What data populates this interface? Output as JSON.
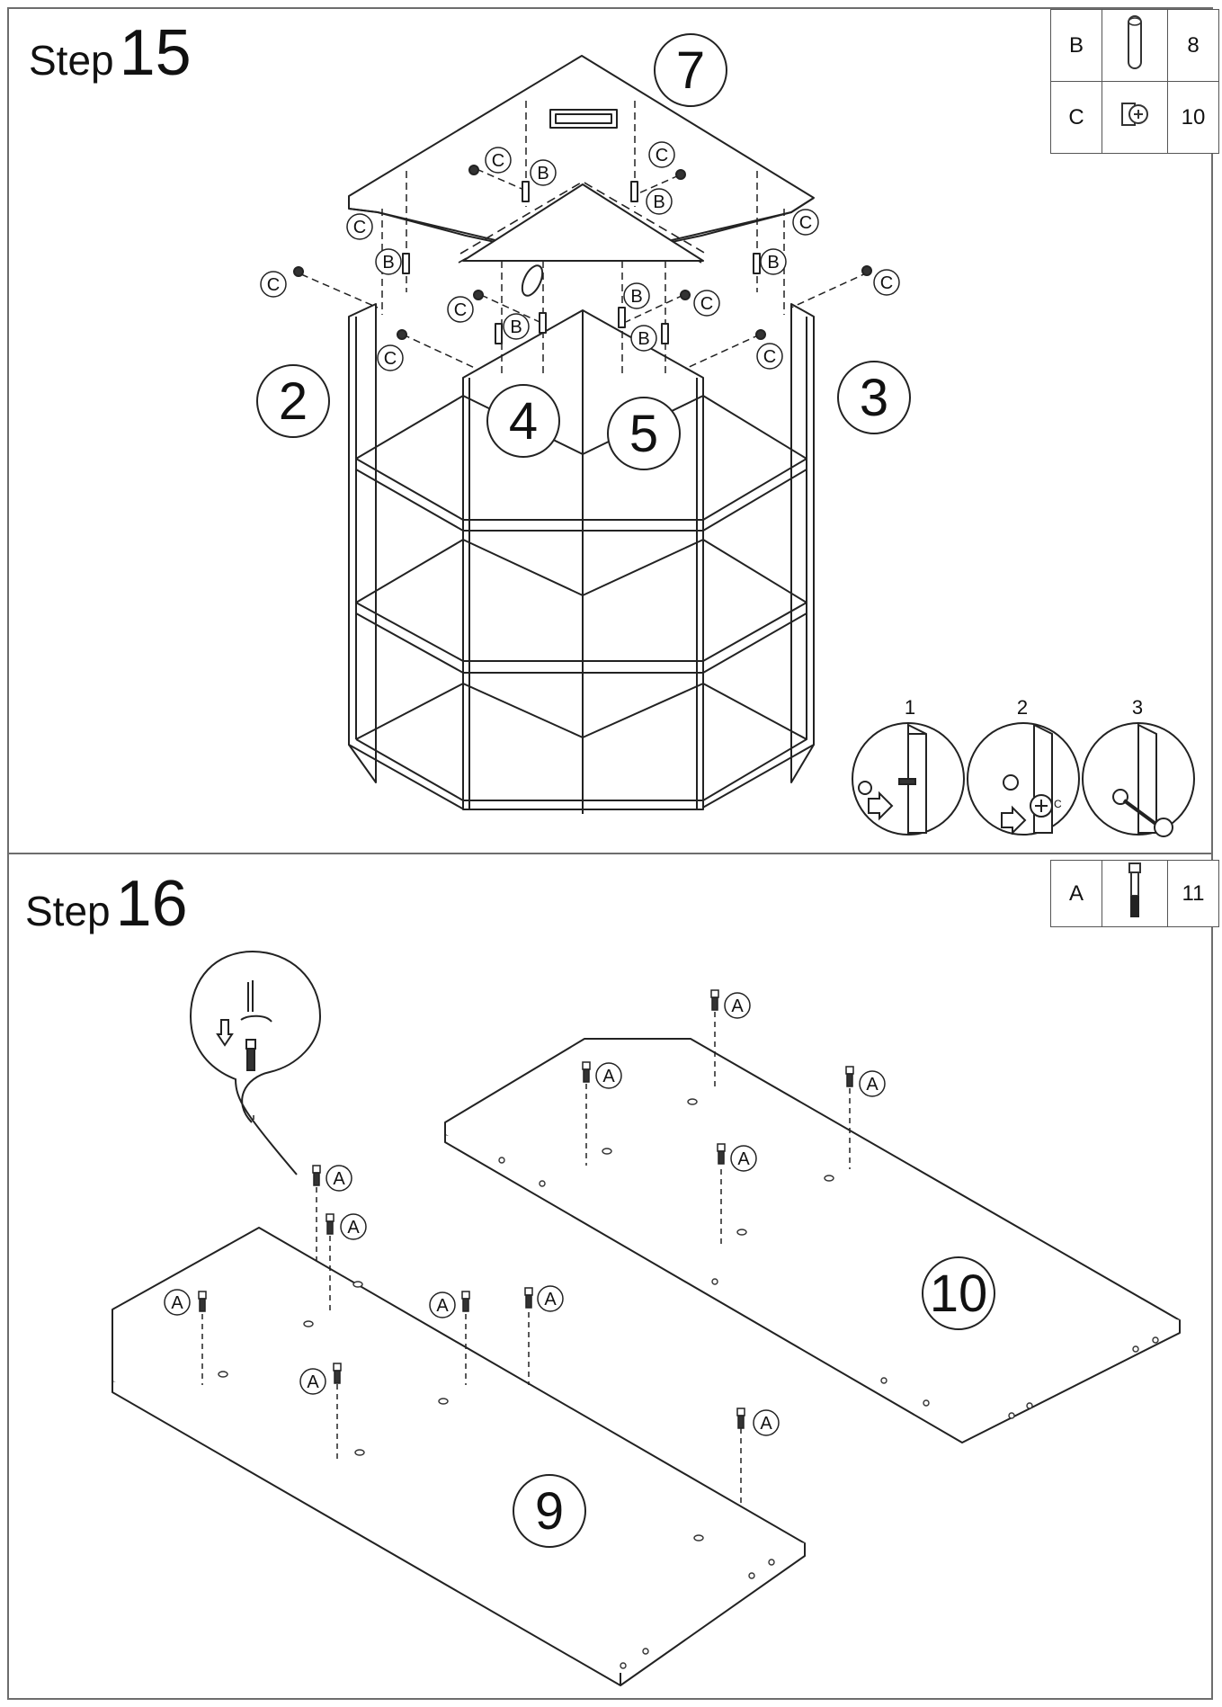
{
  "step15": {
    "word": "Step",
    "number": "15",
    "parts": [
      {
        "code": "B",
        "icon": "dowel-icon",
        "qty": "8"
      },
      {
        "code": "C",
        "icon": "cam-lock-icon",
        "qty": "10"
      }
    ],
    "panels": [
      "7",
      "2",
      "3",
      "4",
      "5"
    ],
    "callout_b": "B",
    "callout_c": "C",
    "inset_steps": [
      "1",
      "2",
      "3"
    ],
    "inset_small_c": "C"
  },
  "step16": {
    "word": "Step",
    "number": "16",
    "parts": [
      {
        "code": "A",
        "icon": "cam-bolt-icon",
        "qty": "11"
      }
    ],
    "panels": [
      "10",
      "9"
    ],
    "callout_a": "A"
  }
}
